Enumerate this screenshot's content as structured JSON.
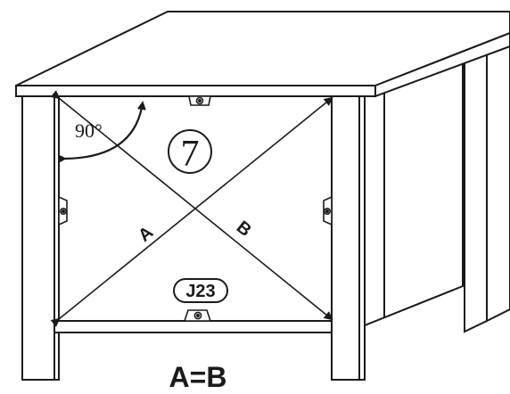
{
  "diagram": {
    "step_number": "7",
    "angle_label": "90°",
    "diagonal_a_label": "A",
    "diagonal_b_label": "B",
    "part_label": "J23",
    "equation_label": "A=B"
  },
  "colors": {
    "stroke": "#1a1a1a",
    "fill": "#ffffff"
  },
  "icons": {
    "bracket": "corner-bracket-icon",
    "arrow": "arrowhead-icon"
  }
}
